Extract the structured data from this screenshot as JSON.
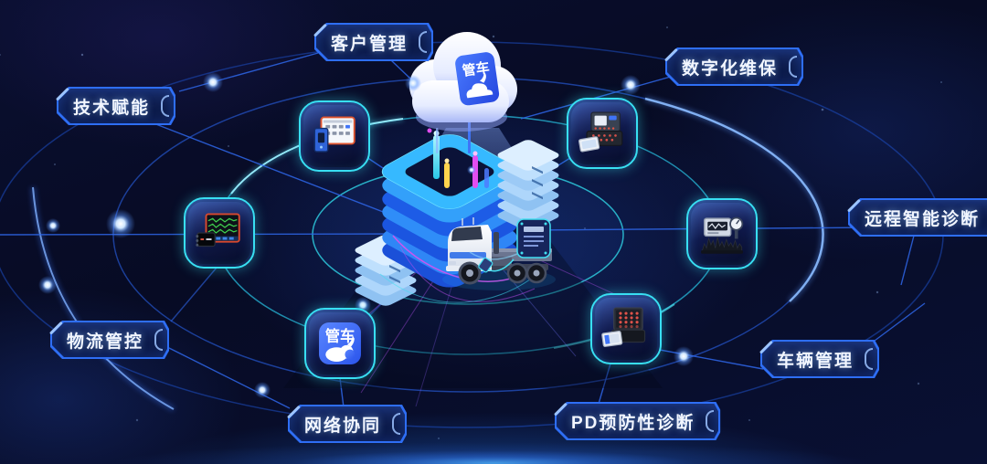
{
  "diagram": {
    "title_theme": "vehicle-fleet-cloud-platform-ecosystem",
    "center": {
      "cloud_badge_text": "管车",
      "app_badge_text": "管车",
      "elements": [
        "cloud-platform",
        "light-beam",
        "isometric-data-platform",
        "server-tower-left",
        "server-tower-right",
        "truck",
        "telematics-device"
      ]
    },
    "labels": [
      {
        "id": "tech-empowerment",
        "text": "技术赋能"
      },
      {
        "id": "customer-management",
        "text": "客户管理"
      },
      {
        "id": "digital-maintenance",
        "text": "数字化维保"
      },
      {
        "id": "remote-diagnosis",
        "text": "远程智能诊断"
      },
      {
        "id": "vehicle-management",
        "text": "车辆管理"
      },
      {
        "id": "pd-preventive-diagnosis",
        "text": "PD预防性诊断"
      },
      {
        "id": "network-collaboration",
        "text": "网络协同"
      },
      {
        "id": "logistics-control",
        "text": "物流管控"
      }
    ],
    "icon_tiles": [
      {
        "id": "diagnostic-tablet-vci",
        "icon": "tablet-with-vci-dongle-icon"
      },
      {
        "id": "diagnostic-kit-open-case",
        "icon": "open-case-with-screen-icon"
      },
      {
        "id": "oscilloscope-tablet",
        "icon": "oscilloscope-waveform-device-icon"
      },
      {
        "id": "gauge-analyzer",
        "icon": "meter-gauge-device-icon"
      },
      {
        "id": "pd-diagnostic-case",
        "icon": "open-case-red-connectors-icon"
      },
      {
        "id": "guanche-app",
        "icon": "blue-app-rhino-logo-icon"
      }
    ],
    "colors": {
      "background": "#070B26",
      "ring_cyan": "#2FD4E6",
      "ring_blue": "#2A63E8",
      "label_border": "#2E6EF5",
      "label_fill": "#0C1B4A",
      "tile_border": "#38DFF2",
      "app_blue": "#3D6DF6",
      "accent_magenta": "#E04DF0",
      "accent_yellow": "#FFD34D",
      "text": "#F2F6FF"
    }
  }
}
